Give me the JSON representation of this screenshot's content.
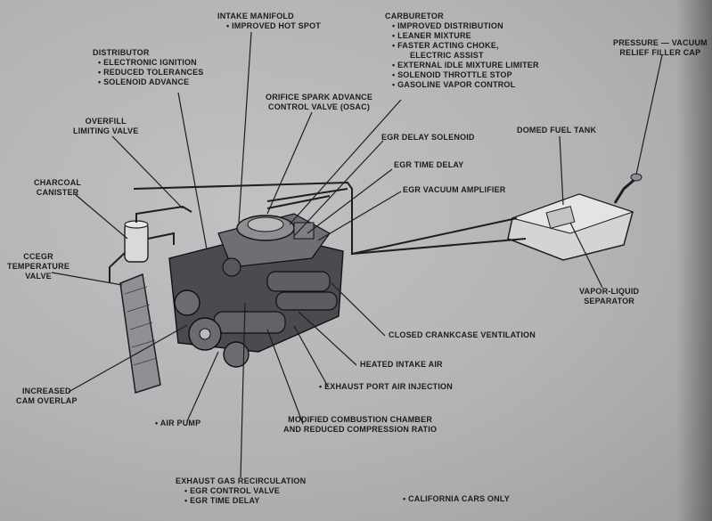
{
  "labels": {
    "intake_manifold": {
      "title": "INTAKE MANIFOLD",
      "items": [
        "IMPROVED HOT SPOT"
      ]
    },
    "carburetor": {
      "title": "CARBURETOR",
      "items": [
        "IMPROVED DISTRIBUTION",
        "LEANER MIXTURE",
        "FASTER ACTING CHOKE,",
        "ELECTRIC ASSIST",
        "EXTERNAL IDLE MIXTURE LIMITER",
        "SOLENOID THROTTLE STOP",
        "GASOLINE VAPOR CONTROL"
      ]
    },
    "pressure_cap": {
      "line1": "PRESSURE — VACUUM",
      "line2": "RELIEF FILLER CAP"
    },
    "distributor": {
      "title": "DISTRIBUTOR",
      "items": [
        "ELECTRONIC IGNITION",
        "REDUCED TOLERANCES",
        "SOLENOID ADVANCE"
      ]
    },
    "osac": {
      "line1": "ORIFICE SPARK ADVANCE",
      "line2": "CONTROL VALVE (OSAC)"
    },
    "overfill": {
      "line1": "OVERFILL",
      "line2": "LIMITING VALVE"
    },
    "egr_delay_solenoid": "EGR DELAY SOLENOID",
    "domed_fuel_tank": "DOMED FUEL TANK",
    "egr_time_delay": "EGR TIME DELAY",
    "charcoal": {
      "line1": "CHARCOAL",
      "line2": "CANISTER"
    },
    "egr_vacuum_amp": "EGR VACUUM AMPLIFIER",
    "ccegr": {
      "line1": "CCEGR",
      "line2": "TEMPERATURE",
      "line3": "VALVE"
    },
    "vapor_liquid": {
      "line1": "VAPOR-LIQUID",
      "line2": "SEPARATOR"
    },
    "closed_crankcase": "CLOSED CRANKCASE VENTILATION",
    "heated_intake": "HEATED INTAKE AIR",
    "exhaust_port": "EXHAUST PORT AIR INJECTION",
    "increased_cam": {
      "line1": "INCREASED",
      "line2": "CAM OVERLAP"
    },
    "air_pump": "AIR PUMP",
    "modified_combustion": {
      "line1": "MODIFIED COMBUSTION CHAMBER",
      "line2": "AND REDUCED COMPRESSION RATIO"
    },
    "egr": {
      "title": "EXHAUST GAS RECIRCULATION",
      "items": [
        "EGR CONTROL VALVE",
        "EGR TIME DELAY"
      ]
    },
    "california": "CALIFORNIA CARS ONLY"
  },
  "colors": {
    "background": "#b1b3b5",
    "ink": "#1b1c1e"
  }
}
